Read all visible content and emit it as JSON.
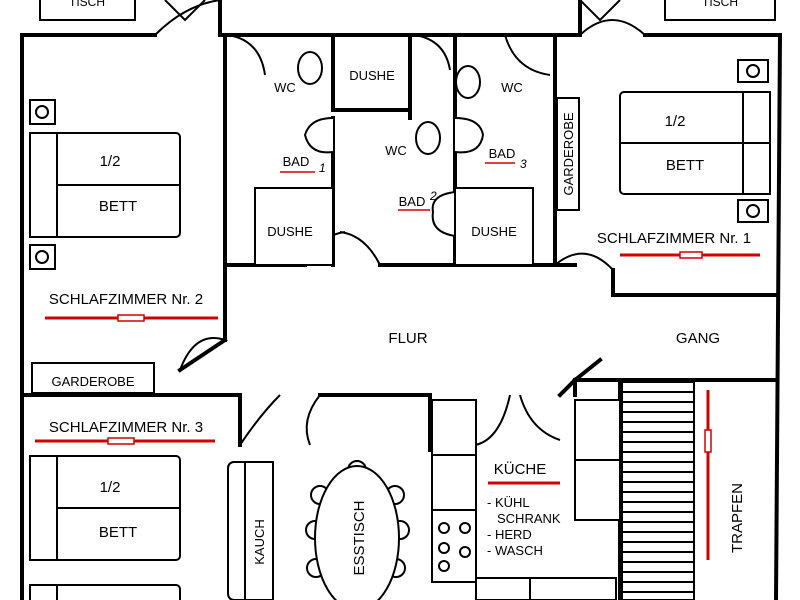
{
  "labels": {
    "tisch": "TISCH",
    "wc": "WC",
    "dushe": "DUSHE",
    "bad_1": "BAD",
    "bad_1_num": "1",
    "bad_2": "BAD",
    "bad_2_num": "2",
    "bad_3": "BAD",
    "bad_3_num": "3",
    "garderobe": "GARDEROBE",
    "bett": "BETT",
    "half": "1/2",
    "schlafzimmer_1": "SCHLAFZIMMER Nr. 1",
    "schlafzimmer_2": "SCHLAFZIMMER Nr. 2",
    "schlafzimmer_3": "SCHLAFZIMMER Nr. 3",
    "flur": "FLUR",
    "gang": "GANG",
    "kueche": "KÜCHE",
    "kueche_items": [
      "- KÜHL",
      "SCHRANK",
      "- HERD",
      "- WASCH"
    ],
    "kauch": "KAUCH",
    "esstisch": "ESSTISCH",
    "trapfen": "TRAPFEN"
  },
  "colors": {
    "wall": "#000000",
    "marker": "#d00000",
    "background": "#ffffff"
  }
}
